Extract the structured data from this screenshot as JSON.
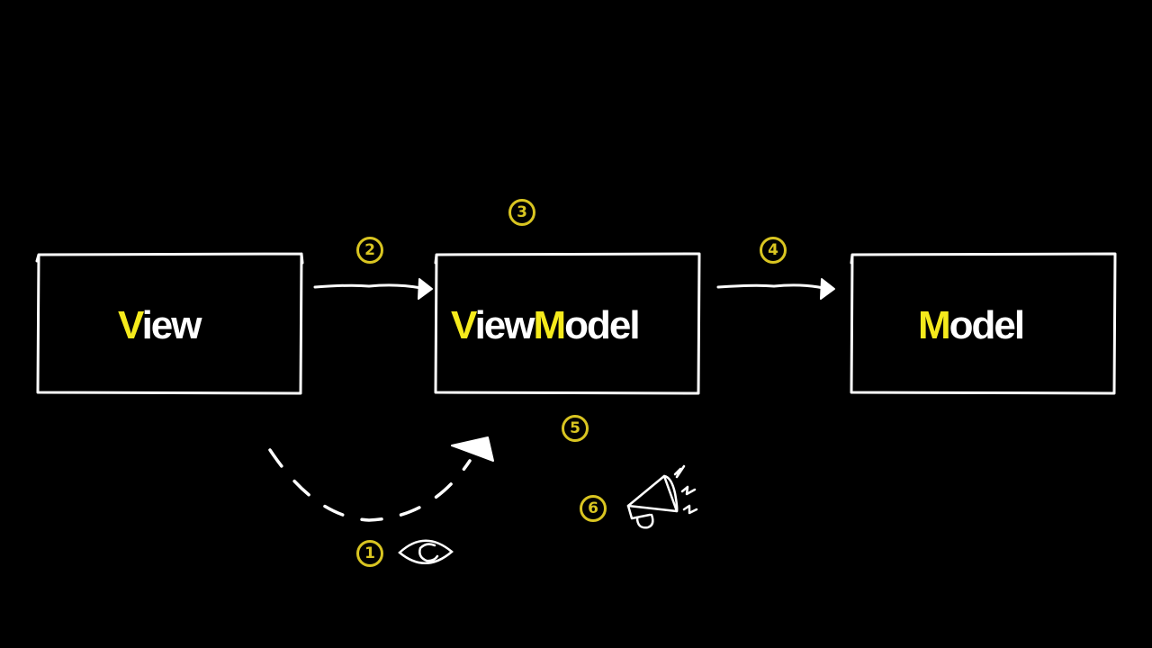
{
  "colors": {
    "background": "#000000",
    "stroke": "#ffffff",
    "highlight": "#f5ea1c",
    "step_number": "#d9c521"
  },
  "boxes": {
    "view": {
      "hl1": "V",
      "rest1": "iew",
      "hl2": "",
      "rest2": ""
    },
    "viewmodel": {
      "hl1": "V",
      "rest1": "iew",
      "hl2": "M",
      "rest2": "odel"
    },
    "model": {
      "hl1": "M",
      "rest1": "odel",
      "hl2": "",
      "rest2": ""
    }
  },
  "steps": [
    {
      "number": "1",
      "icon": "eye-icon"
    },
    {
      "number": "2",
      "icon": ""
    },
    {
      "number": "3",
      "icon": ""
    },
    {
      "number": "4",
      "icon": ""
    },
    {
      "number": "5",
      "icon": ""
    },
    {
      "number": "6",
      "icon": "megaphone-icon"
    }
  ]
}
